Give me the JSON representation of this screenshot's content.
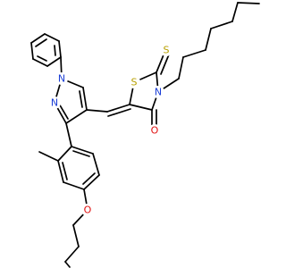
{
  "atoms": [
    {
      "symbol": "N",
      "color": "#1a3dd6"
    },
    {
      "symbol": "N",
      "color": "#1a3dd6"
    },
    {
      "symbol": "S",
      "color": "#b8a000"
    },
    {
      "symbol": "S",
      "color": "#b8a000"
    },
    {
      "symbol": "N",
      "color": "#1a3dd6"
    },
    {
      "symbol": "O",
      "color": "#e01010"
    },
    {
      "symbol": "O",
      "color": "#e01010"
    }
  ]
}
